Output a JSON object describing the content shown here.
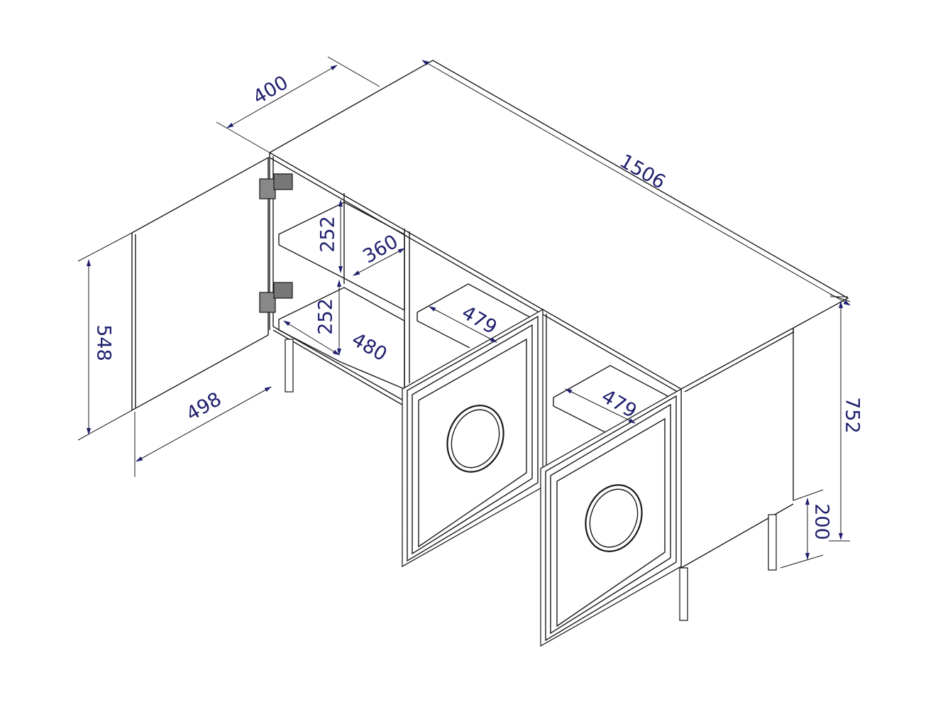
{
  "diagram": {
    "dimensions": {
      "depth": "400",
      "width": "1506",
      "shelf_gap_top": "252",
      "shelf_depth_top": "360",
      "shelf_gap_bottom": "252",
      "shelf_depth_bottom": "480",
      "shelf_middle": "479",
      "shelf_right": "479",
      "door_height": "548",
      "door_width": "498",
      "total_height": "752",
      "leg_height": "200"
    }
  }
}
